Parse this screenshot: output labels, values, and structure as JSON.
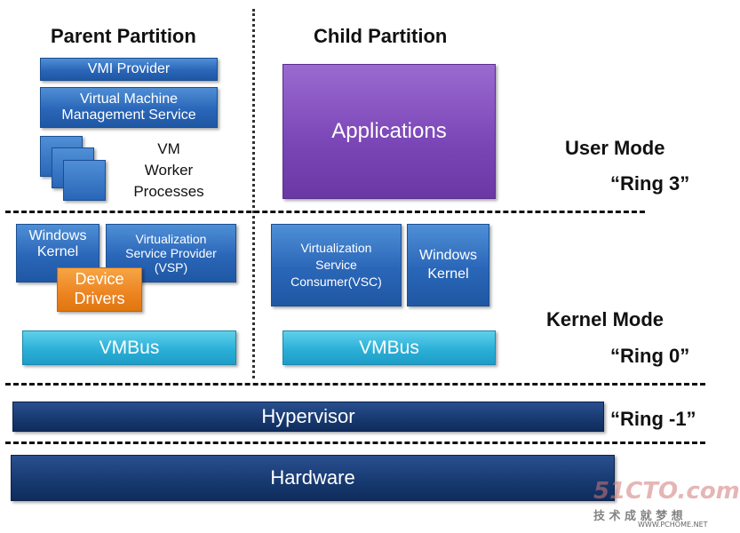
{
  "headers": {
    "parent": "Parent Partition",
    "child": "Child Partition"
  },
  "parent": {
    "vmi_provider": "VMI Provider",
    "vmms_line1": "Virtual Machine",
    "vmms_line2": "Management Service",
    "vm_worker_line1": "VM",
    "vm_worker_line2": "Worker",
    "vm_worker_line3": "Processes",
    "windows_kernel_line1": "Windows",
    "windows_kernel_line2": "Kernel",
    "vsp_line1": "Virtualization",
    "vsp_line2": "Service Provider",
    "vsp_line3": "(VSP)",
    "device_drivers_line1": "Device",
    "device_drivers_line2": "Drivers",
    "vmbus": "VMBus"
  },
  "child": {
    "applications": "Applications",
    "vsc_line1": "Virtualization",
    "vsc_line2": "Service",
    "vsc_line3": "Consumer(VSC)",
    "windows_kernel_line1": "Windows",
    "windows_kernel_line2": "Kernel",
    "vmbus": "VMBus"
  },
  "modes": {
    "user_mode": "User Mode",
    "user_ring": "“Ring 3”",
    "kernel_mode": "Kernel Mode",
    "kernel_ring": "“Ring 0”",
    "hypervisor_ring": "“Ring -1”"
  },
  "layers": {
    "hypervisor": "Hypervisor",
    "hardware": "Hardware"
  },
  "watermark": {
    "logo": "51CTO.com",
    "sub": "技 术 成 就 梦 想",
    "site": "WWW.PCHOME.NET"
  },
  "colors": {
    "component_blue": "#2a66b8",
    "vmbus_cyan": "#2bb0d8",
    "layer_navy": "#17396f",
    "applications_purple": "#7a45b6",
    "device_drivers_orange": "#ec8420"
  }
}
